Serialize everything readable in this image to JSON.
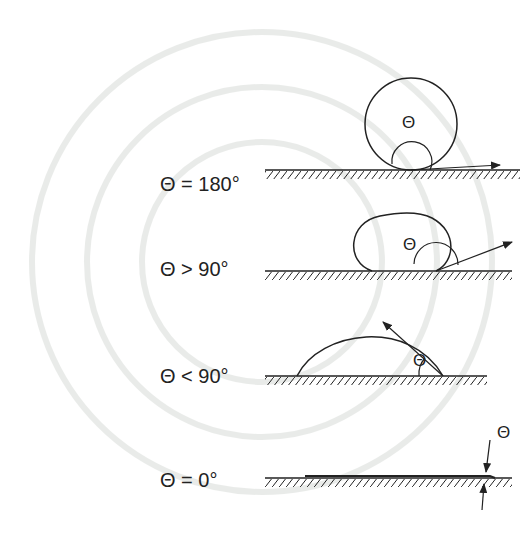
{
  "diagram": {
    "labels": [
      "Θ = 180°",
      "Θ",
      "Θ > 90°",
      "Θ",
      "Θ < 90°",
      "Θ",
      "Θ = 0°",
      "Θ"
    ]
  }
}
